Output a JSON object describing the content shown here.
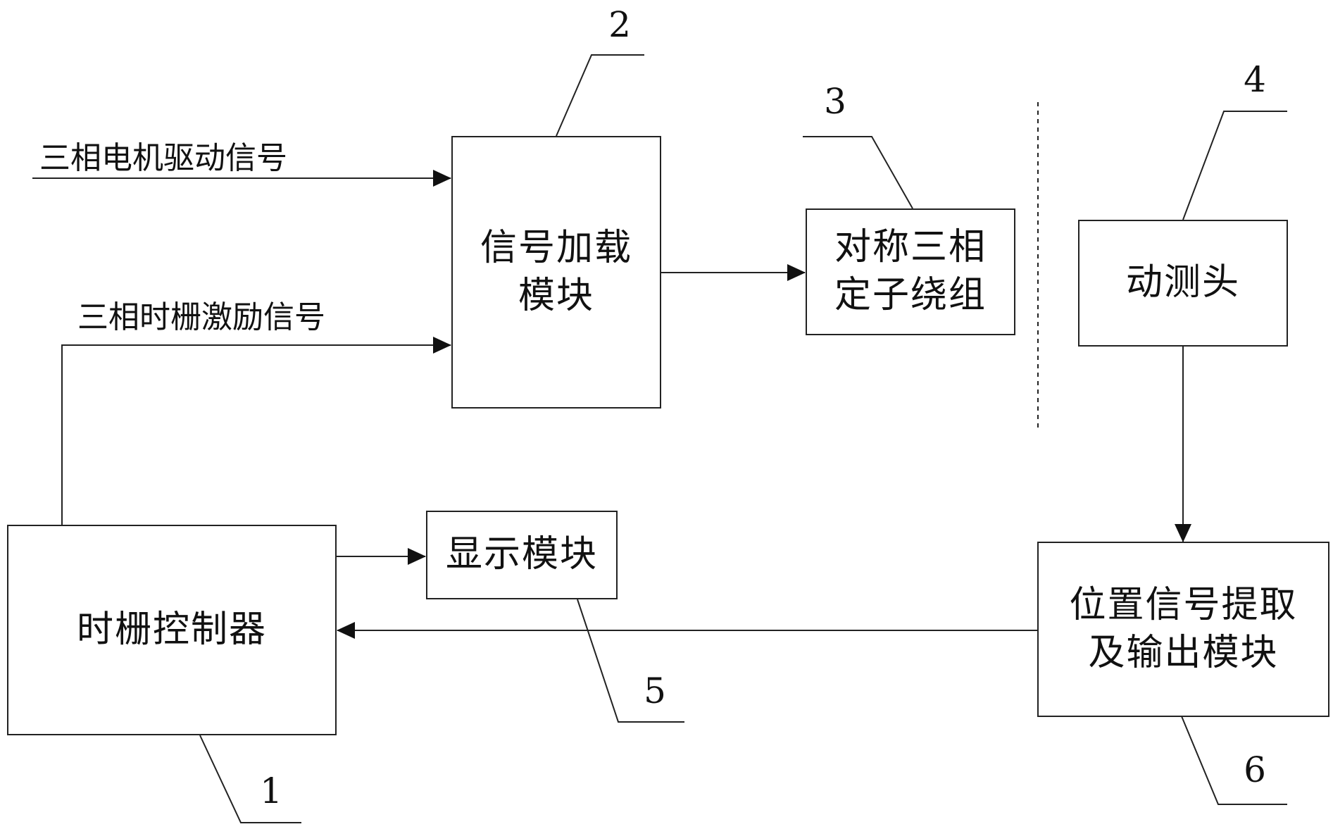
{
  "blocks": {
    "signal_loading": "信号加载\n模块",
    "stator_winding": "对称三相\n定子绕组",
    "moving_head": "动测头",
    "display": "显示模块",
    "controller": "时栅控制器",
    "position_extract": "位置信号提取\n及输出模块"
  },
  "signals": {
    "motor_drive": "三相电机驱动信号",
    "excitation": "三相时栅激励信号"
  },
  "reference_numbers": {
    "controller": "1",
    "signal_loading": "2",
    "stator_winding": "3",
    "moving_head": "4",
    "display": "5",
    "position_extract": "6"
  }
}
